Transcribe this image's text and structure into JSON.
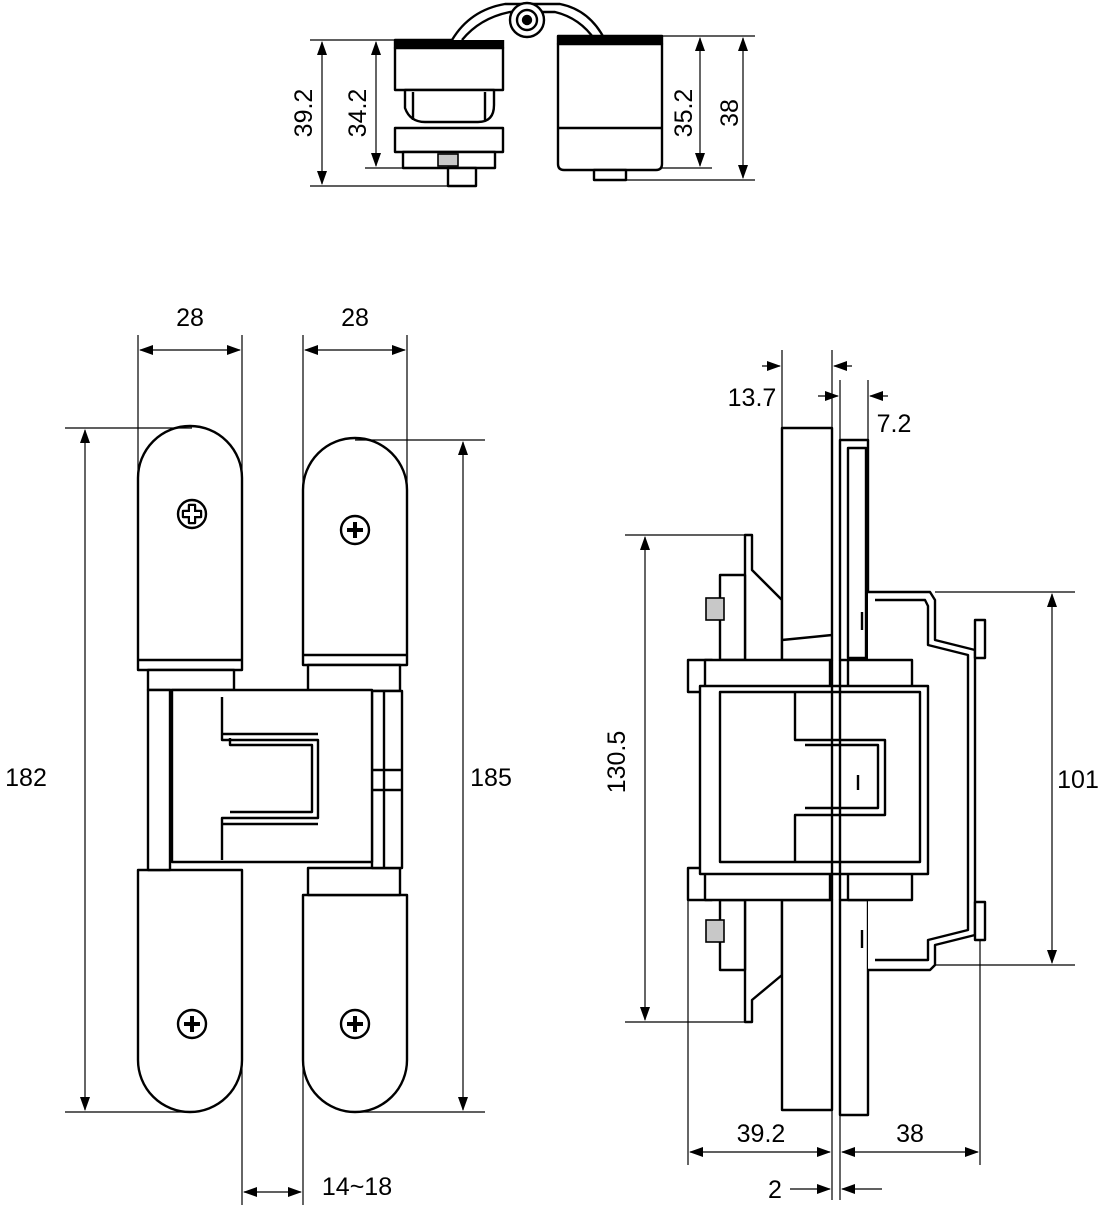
{
  "dimensions": {
    "top_view": {
      "left_outer_height": "39.2",
      "left_inner_height": "34.2",
      "right_inner_height": "35.2",
      "right_outer_height": "38"
    },
    "front_view": {
      "left_leaf_width": "28",
      "right_leaf_width": "28",
      "left_total_height": "182",
      "right_total_height": "185",
      "gap_between_leaves": "14~18"
    },
    "side_view": {
      "top_left_thickness": "13.7",
      "top_right_thickness": "7.2",
      "mounting_height": "130.5",
      "bracket_height": "101",
      "bottom_left_depth": "39.2",
      "bottom_right_depth": "38",
      "gap": "2"
    }
  }
}
